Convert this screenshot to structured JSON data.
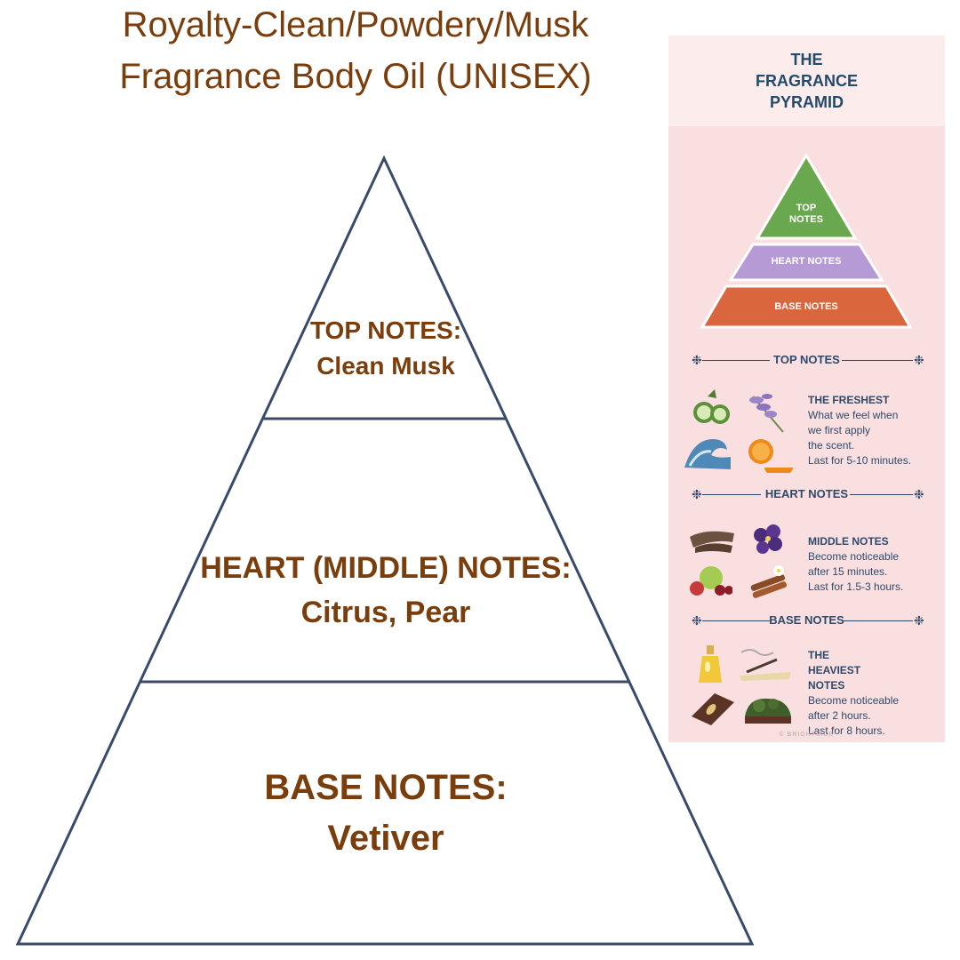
{
  "title": {
    "line1": "Royalty-Clean/Powdery/Musk",
    "line2": "Fragrance Body Oil (UNISEX)"
  },
  "pyramid": {
    "top": {
      "label": "TOP NOTES:",
      "value": "Clean Musk"
    },
    "heart": {
      "label": "HEART (MIDDLE) NOTES:",
      "value": "Citrus, Pear"
    },
    "base": {
      "label": "BASE NOTES:",
      "value": "Vetiver"
    }
  },
  "infographic": {
    "title": [
      "THE",
      "FRAGRANCE",
      "PYRAMID"
    ],
    "tiers": {
      "top": [
        "TOP",
        "NOTES"
      ],
      "heart": "HEART NOTES",
      "base": "BASE NOTES"
    },
    "tier_colors": {
      "top": "#6aa84f",
      "heart": "#b69ad6",
      "base": "#d9663c"
    },
    "sections": [
      {
        "header": "TOP NOTES",
        "heading": "THE FRESHEST",
        "lines": [
          "What we feel when",
          "we first apply",
          "the scent.",
          "Last for 5-10 minutes."
        ],
        "icons": [
          "cucumber-icon",
          "lavender-icon",
          "wave-icon",
          "orange-icon"
        ]
      },
      {
        "header": "HEART NOTES",
        "heading": "MIDDLE NOTES",
        "lines": [
          "Become noticeable",
          "after 15 minutes.",
          "Last for 1.5-3 hours."
        ],
        "icons": [
          "wood-icon",
          "violet-flower-icon",
          "fruits-icon",
          "cinnamon-icon"
        ]
      },
      {
        "header": "BASE NOTES",
        "heading": "THE HEAVIEST NOTES",
        "lines": [
          "Become noticeable",
          "after 2 hours.",
          "Last for 8 hours."
        ],
        "icons": [
          "oil-bottle-icon",
          "incense-icon",
          "bark-icon",
          "moss-icon"
        ]
      }
    ],
    "credit": "© BRIGHTSIDE"
  }
}
